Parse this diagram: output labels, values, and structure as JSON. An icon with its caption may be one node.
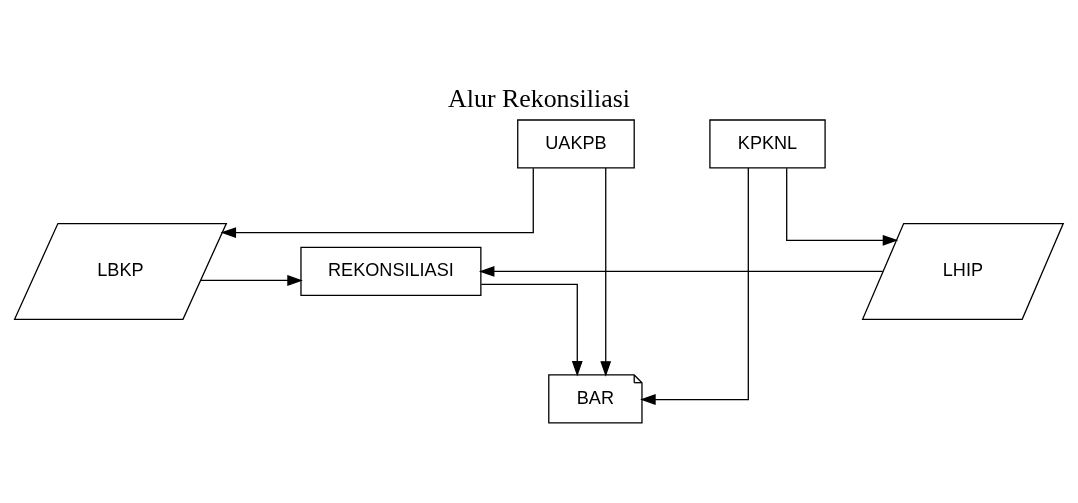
{
  "diagram": {
    "title": "Alur Rekonsiliasi",
    "nodes": [
      {
        "text": [
          "UAKPB"
        ]
      },
      {
        "text": [
          "KPKNL"
        ]
      },
      {
        "text": [
          "LBKP"
        ]
      },
      {
        "text": [
          "REKONSILIASI"
        ]
      },
      {
        "text": [
          "LHIP"
        ]
      },
      {
        "text": [
          "BAR"
        ]
      }
    ],
    "edges": [
      {
        "from": 0,
        "to": 2,
        "arrow": "to"
      },
      {
        "from": 1,
        "to": 4,
        "arrow": "to"
      },
      {
        "from": 2,
        "to": 3,
        "arrow": "to"
      },
      {
        "from": 4,
        "to": 3,
        "arrow": "to"
      },
      {
        "from": 3,
        "to": 5,
        "arrow": "to"
      },
      {
        "from": 0,
        "to": 5,
        "arrow": "to"
      },
      {
        "from": 1,
        "to": 5,
        "arrow": "to"
      }
    ]
  }
}
